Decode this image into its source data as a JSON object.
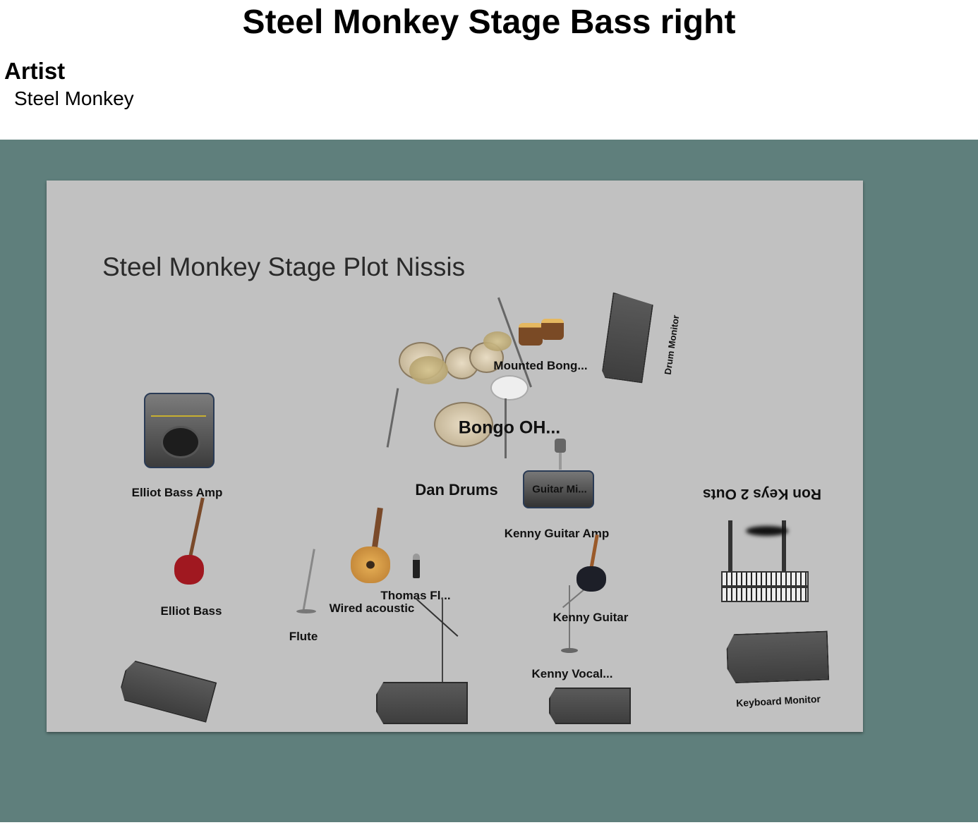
{
  "header": {
    "title": "Steel Monkey Stage Bass right"
  },
  "artist": {
    "heading": "Artist",
    "name": "Steel Monkey"
  },
  "colors": {
    "background_band": "#5f7f7c",
    "stage": "#c1c1c1"
  },
  "stage": {
    "title": "Steel Monkey Stage Plot Nissis",
    "labels": {
      "mounted_bongos": "Mounted Bong...",
      "drum_monitor": "Drum Monitor",
      "bongo_oh": "Bongo OH...",
      "dan_drums": "Dan Drums",
      "guitar_mic": "Guitar Mi...",
      "elliot_bass_amp": "Elliot Bass Amp",
      "kenny_guitar_amp": "Kenny Guitar Amp",
      "ron_keys": "Ron Keys 2 Outs",
      "elliot_bass": "Elliot Bass",
      "thomas_flute": "Thomas Fl...",
      "wired_acoustic": "Wired acoustic",
      "flute": "Flute",
      "kenny_guitar": "Kenny Guitar",
      "kenny_vocal": "Kenny Vocal...",
      "keyboard_monitor": "Keyboard Monitor"
    },
    "icons": [
      "drum-kit-icon",
      "bongos-icon",
      "wedge-monitor-icon",
      "bass-amp-icon",
      "guitar-amp-icon",
      "microphone-icon",
      "keyboard-icon",
      "bass-guitar-icon",
      "flute-icon",
      "acoustic-guitar-icon",
      "mic-stand-icon",
      "electric-guitar-icon"
    ]
  }
}
